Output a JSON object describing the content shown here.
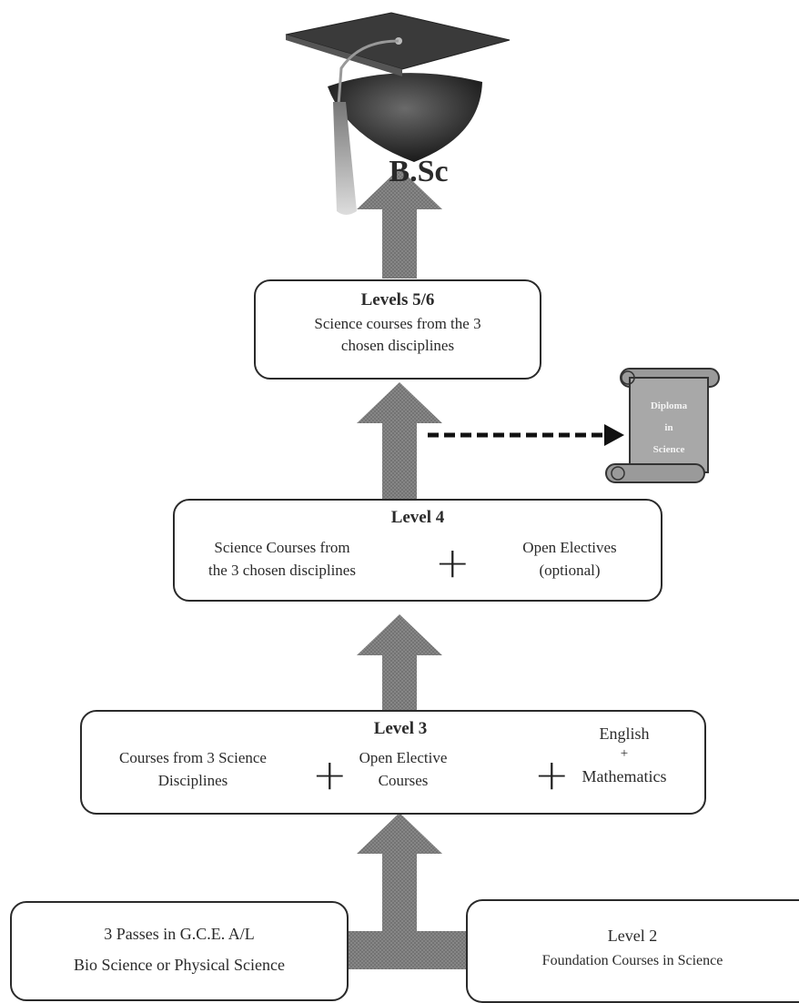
{
  "degree": {
    "label": "B.Sc"
  },
  "levels_5_6": {
    "title": "Levels  5/6",
    "line1": "Science courses from the 3",
    "line2": "chosen disciplines"
  },
  "diploma": {
    "line1": "Diploma",
    "line2": "in",
    "line3": "Science"
  },
  "level_4": {
    "title": "Level  4",
    "left_line1": "Science Courses from",
    "left_line2": "the 3 chosen disciplines",
    "plus": "+",
    "right_line1": "Open Electives",
    "right_line2": "(optional)"
  },
  "level_3": {
    "title": "Level 3",
    "left_line1": "Courses from 3 Science",
    "left_line2": "Disciplines",
    "plus1": "+",
    "mid_line1": "Open Elective",
    "mid_line2": "Courses",
    "plus2": "+",
    "right_line1": "English",
    "right_line2": "+",
    "right_line3": "Mathematics"
  },
  "entry": {
    "line1": "3 Passes in G.C.E. A/L",
    "line2": "Bio Science  or Physical Science"
  },
  "level_2": {
    "line1": "Level 2",
    "line2": "Foundation Courses in Science"
  },
  "colors": {
    "arrow": "#8a8a8a",
    "border": "#2a2a2a",
    "scroll": "#9a9a9a"
  }
}
